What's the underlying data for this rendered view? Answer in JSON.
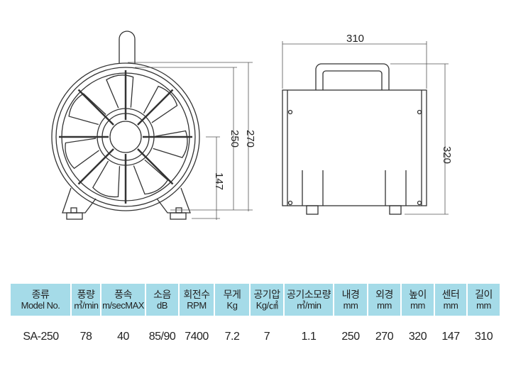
{
  "dimensions": {
    "front_outer": "270",
    "front_inner": "250",
    "center_height": "147",
    "side_length": "310",
    "side_height": "320"
  },
  "table": {
    "headers": [
      {
        "ko": "종류",
        "unit": "Model No."
      },
      {
        "ko": "풍량",
        "unit": "㎥/min"
      },
      {
        "ko": "풍속",
        "unit": "m/secMAX"
      },
      {
        "ko": "소음",
        "unit": "dB"
      },
      {
        "ko": "회전수",
        "unit": "RPM"
      },
      {
        "ko": "무게",
        "unit": "Kg"
      },
      {
        "ko": "공기압",
        "unit": "Kg/㎠"
      },
      {
        "ko": "공기소모량",
        "unit": "㎥/min"
      },
      {
        "ko": "내경",
        "unit": "mm"
      },
      {
        "ko": "외경",
        "unit": "mm"
      },
      {
        "ko": "높이",
        "unit": "mm"
      },
      {
        "ko": "센터",
        "unit": "mm"
      },
      {
        "ko": "길이",
        "unit": "mm"
      }
    ],
    "rows": [
      [
        "SA-250",
        "78",
        "40",
        "85/90",
        "7400",
        "7.2",
        "7",
        "1.1",
        "250",
        "270",
        "320",
        "147",
        "310"
      ]
    ]
  },
  "colors": {
    "header_bg": "#a5dbe8",
    "line": "#333333"
  }
}
